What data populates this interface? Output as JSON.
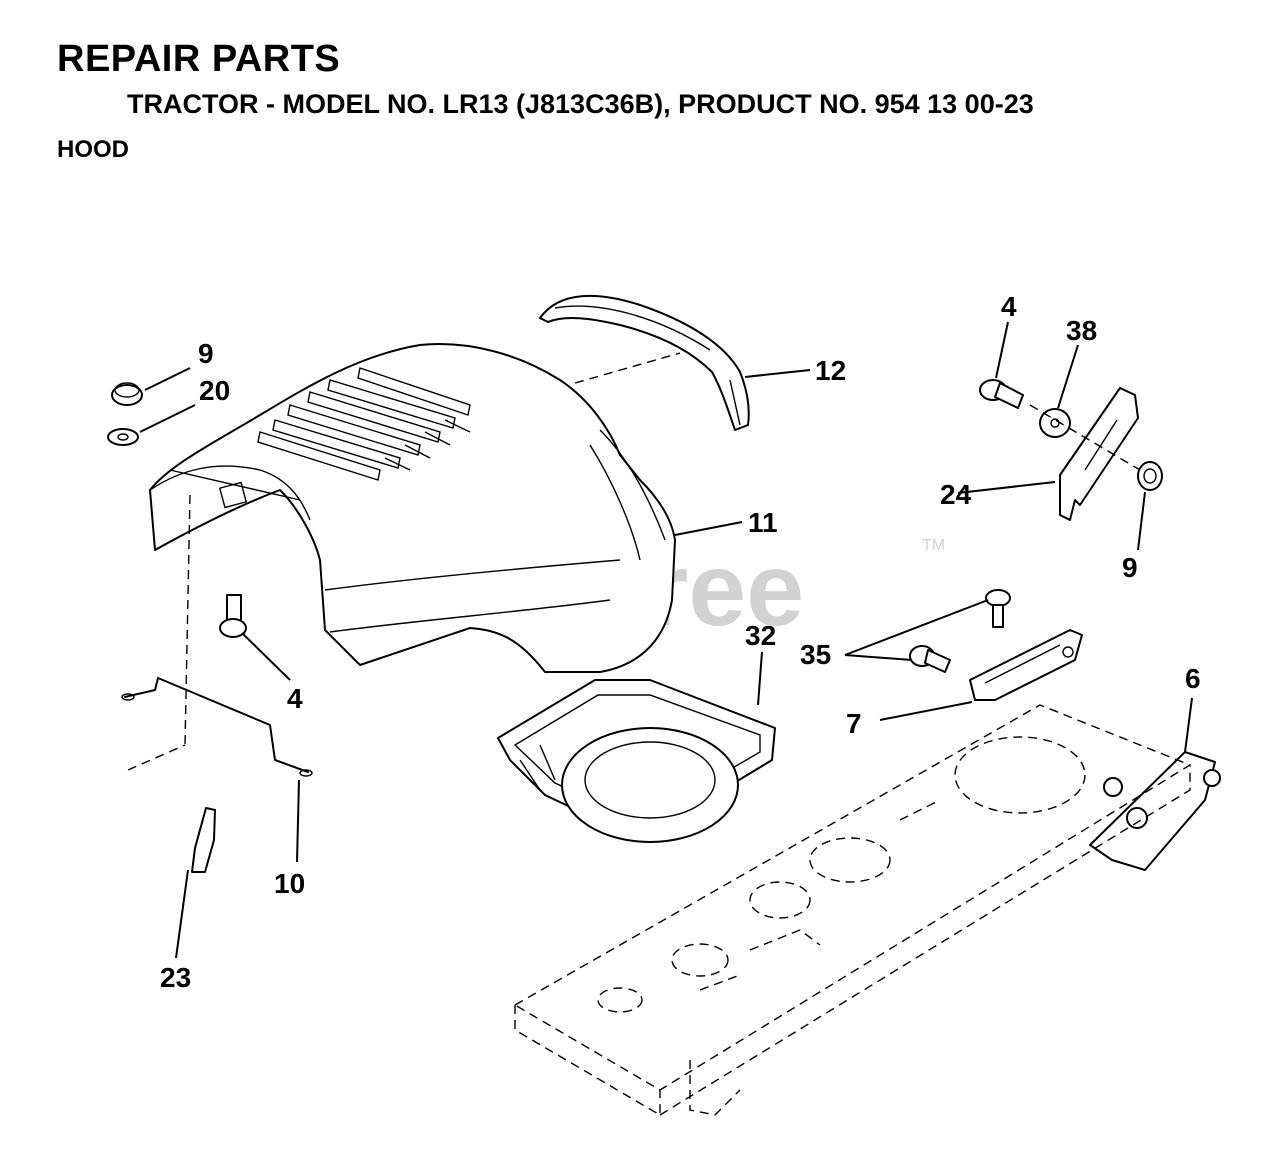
{
  "header": {
    "title": "REPAIR PARTS",
    "subtitle": "TRACTOR - MODEL NO. LR13 (J813C36B), PRODUCT NO. 954 13 00-23",
    "section": "HOOD"
  },
  "watermark": {
    "text": "PartsTree",
    "trademark": "TM"
  },
  "callouts": {
    "c9a": "9",
    "c20": "20",
    "c12": "12",
    "c4a": "4",
    "c38": "38",
    "c24": "24",
    "c9b": "9",
    "c11": "11",
    "c4b": "4",
    "c32": "32",
    "c35": "35",
    "c7": "7",
    "c6": "6",
    "c10": "10",
    "c23": "23"
  }
}
